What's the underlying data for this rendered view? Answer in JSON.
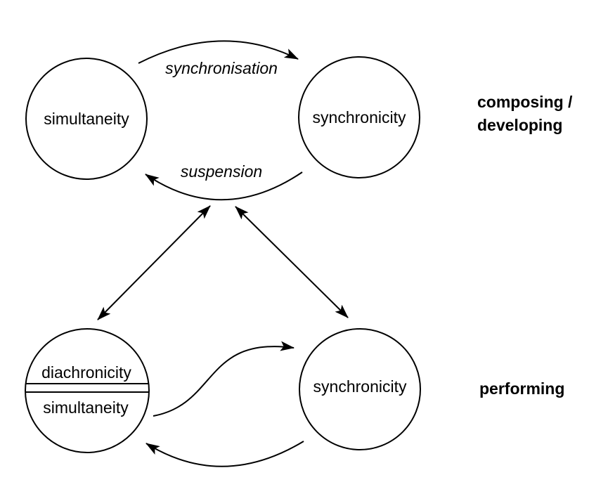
{
  "colors": {
    "ink": "#000000",
    "background": "#ffffff"
  },
  "nodes": {
    "top_left": {
      "label": "simultaneity"
    },
    "top_right": {
      "label": "synchronicity"
    },
    "bottom_left": {
      "top_label": "diachronicity",
      "bottom_label": "simultaneity"
    },
    "bottom_right": {
      "label": "synchronicity"
    }
  },
  "edges": {
    "synchronisation": {
      "label": "synchronisation"
    },
    "suspension": {
      "label": "suspension"
    }
  },
  "stage_labels": {
    "composing": {
      "line1": "composing /",
      "line2": "developing"
    },
    "performing": {
      "label": "performing"
    }
  }
}
